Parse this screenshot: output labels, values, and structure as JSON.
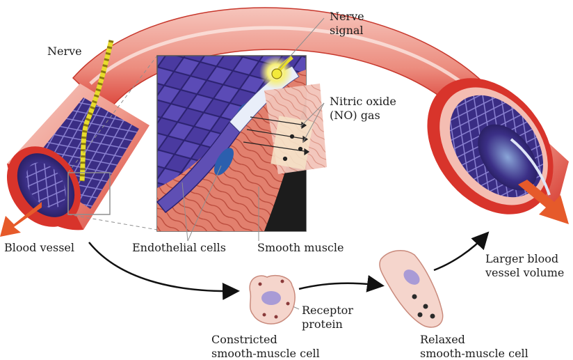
{
  "labels": {
    "nerve": "Nerve",
    "nerve_signal_1": "Nerve",
    "nerve_signal_2": "signal",
    "nitric_oxide_1": "Nitric oxide",
    "nitric_oxide_2": "(NO) gas",
    "blood_vessel": "Blood vessel",
    "endothelial_cells": "Endothelial cells",
    "smooth_muscle": "Smooth muscle",
    "larger_volume_1": "Larger blood",
    "larger_volume_2": "vessel volume",
    "receptor_1": "Receptor",
    "receptor_2": "protein",
    "constricted_1": "Constricted",
    "constricted_2": "smooth-muscle cell",
    "relaxed_1": "Relaxed",
    "relaxed_2": "smooth-muscle cell"
  },
  "colors": {
    "vessel_red": "#d8342b",
    "vessel_pink": "#f2b3a9",
    "lumen_navy": "#2e2266",
    "endothelium_purple": "#6a55b8",
    "muscle_tissue": "#e07a68",
    "cell_pink": "#f5d5cc",
    "nucleus_lavender": "#a99bd6",
    "signal_yellow": "#f3e93a",
    "flow_arrow_orange": "#e65a2a"
  }
}
